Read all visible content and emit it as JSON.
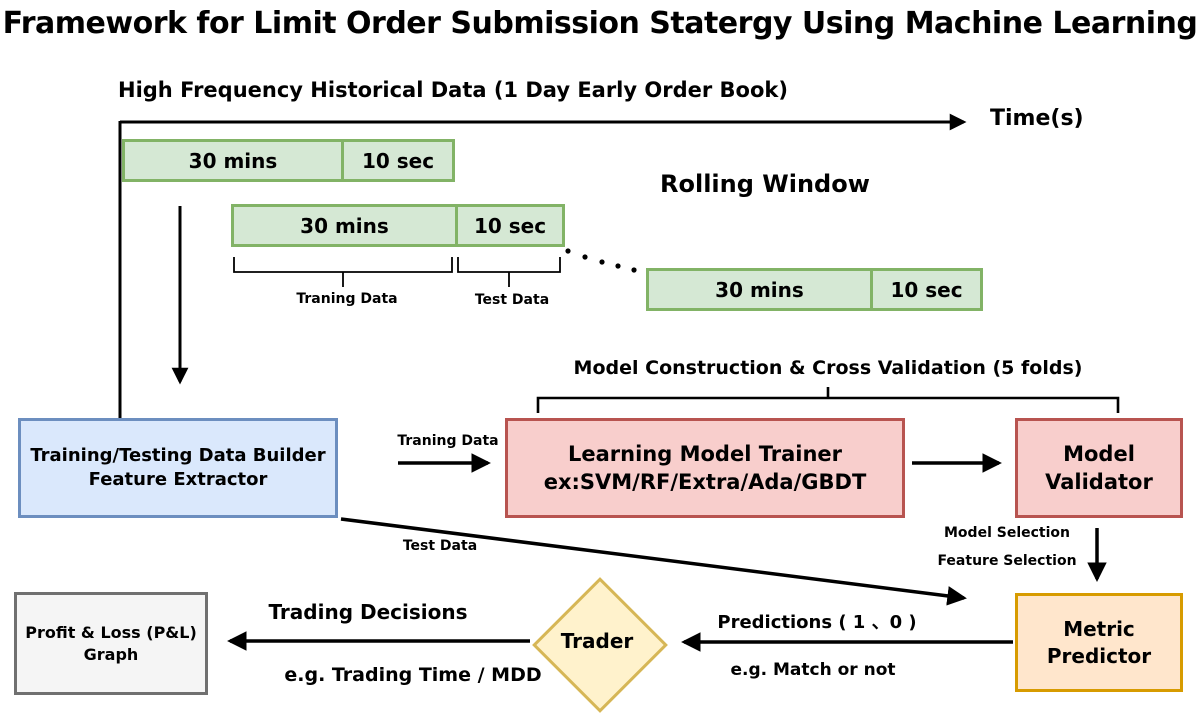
{
  "title": "Framework for Limit Order Submission Statergy Using Machine Learning",
  "timeline": {
    "label": "High Frequency Historical Data (1 Day Early Order Book)",
    "axis_label": "Time(s)"
  },
  "rolling_window": {
    "label": "Rolling Window",
    "windows": [
      {
        "train": "30 mins",
        "test": "10 sec"
      },
      {
        "train": "30 mins",
        "test": "10 sec"
      },
      {
        "train": "30 mins",
        "test": "10 sec"
      }
    ],
    "train_brace_label": "Traning Data",
    "test_brace_label": "Test Data"
  },
  "model_construction": {
    "label": "Model Construction & Cross Validation (5 folds)"
  },
  "nodes": {
    "data_builder": {
      "line1": "Training/Testing Data Builder",
      "line2": "Feature Extractor"
    },
    "model_trainer": {
      "line1": "Learning Model Trainer",
      "line2": "ex:SVM/RF/Extra/Ada/GBDT"
    },
    "model_validator": {
      "line1": "Model",
      "line2": "Validator"
    },
    "metric_predictor": {
      "line1": "Metric",
      "line2": "Predictor"
    },
    "trader": {
      "label": "Trader"
    },
    "pnl": {
      "line1": "Profit & Loss (P&L)",
      "line2": "Graph"
    }
  },
  "edge_labels": {
    "traning_data": "Traning Data",
    "test_data": "Test Data",
    "model_selection": "Model Selection",
    "feature_selection": "Feature Selection",
    "predictions": "Predictions ( 1 、0 )",
    "match_or_not": "e.g. Match or not",
    "trading_decisions": "Trading Decisions",
    "trading_time_mdd": "e.g. Trading Time / MDD"
  },
  "colors": {
    "window_fill": "#d5e8d4",
    "window_stroke": "#82b366",
    "builder_fill": "#dae8fc",
    "builder_stroke": "#6c8ebf",
    "trainer_fill": "#f8cecc",
    "trainer_stroke": "#b85450",
    "metric_fill": "#ffe6cc",
    "metric_stroke": "#d79b00",
    "trader_fill": "#fff2cc",
    "trader_stroke": "#d6b656",
    "pnl_fill": "#f5f5f5",
    "pnl_stroke": "#707070",
    "line": "#000000"
  }
}
